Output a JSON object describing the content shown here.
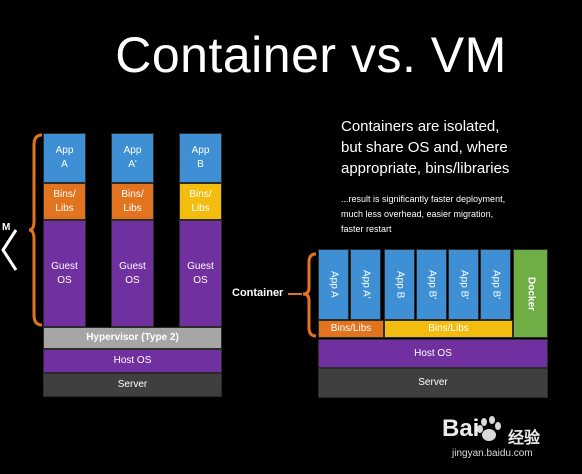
{
  "title": "Container vs. VM",
  "vm": {
    "side_label": "M",
    "columns": [
      {
        "app": "App\nA",
        "bins": "Bins/\nLibs",
        "bins_color": "#e2731f",
        "os": "Guest\nOS"
      },
      {
        "app": "App\nA'",
        "bins": "Bins/\nLibs",
        "bins_color": "#e2731f",
        "os": "Guest\nOS"
      },
      {
        "app": "App\nB",
        "bins": "Bins/\nLibs",
        "bins_color": "#f3bd10",
        "os": "Guest\nOS"
      }
    ],
    "hypervisor": "Hypervisor (Type 2)",
    "host_os": "Host OS",
    "server": "Server"
  },
  "container": {
    "label": "Container",
    "apps": [
      "App A",
      "App A'",
      "App B",
      "App B'",
      "App B'",
      "App B'"
    ],
    "docker": "Docker",
    "bins_a": "Bins/Libs",
    "bins_b": "Bins/Libs",
    "host_os": "Host OS",
    "server": "Server"
  },
  "description": {
    "headline": "Containers are isolated,\nbut share OS and, where\nappropriate, bins/libraries",
    "detail": "...result is significantly faster deployment,\nmuch less overhead, easier migration,\nfaster restart"
  },
  "watermark": {
    "logo": "Bai",
    "logo_cn": "经验",
    "url": "jingyan.baidu.com"
  },
  "colors": {
    "app": "#3e8fd4",
    "bins_a": "#e2731f",
    "bins_b": "#f3bd10",
    "os": "#7030a0",
    "hypervisor": "#a6a6a6",
    "server": "#3f3f3f",
    "docker": "#6fae45",
    "brace": "#e2731f"
  }
}
